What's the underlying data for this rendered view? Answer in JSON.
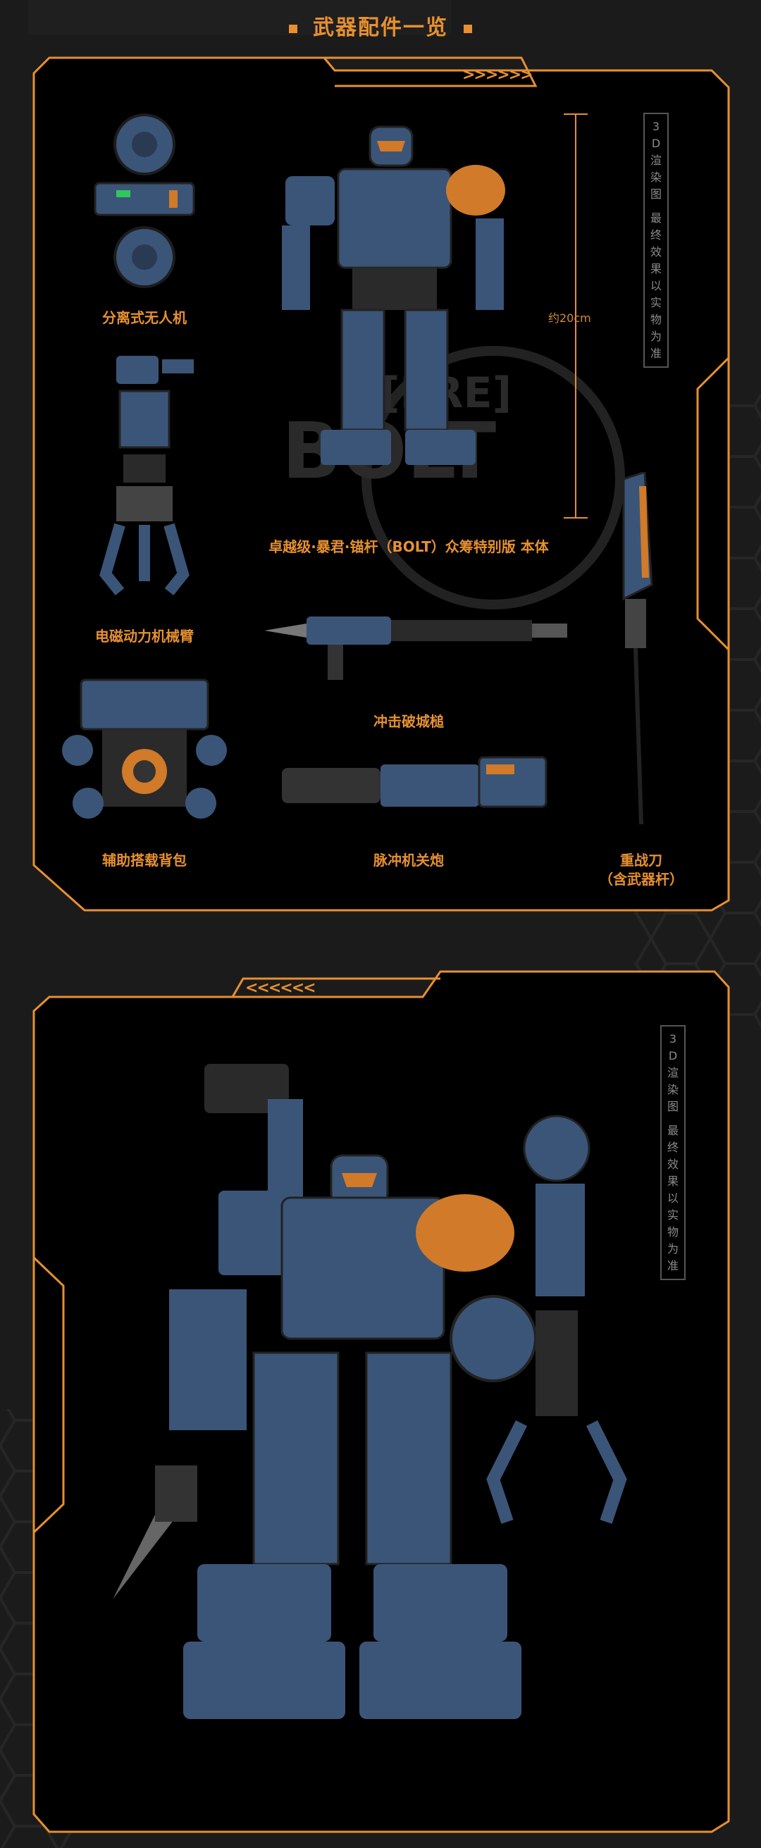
{
  "header": {
    "title": "武器配件一览"
  },
  "panel1": {
    "chevrons": ">>>>>>",
    "items": [
      {
        "label": "分离式无人机"
      },
      {
        "label": "电磁动力机械臂"
      },
      {
        "label": "辅助搭载背包"
      },
      {
        "label": "卓越级·暴君·锚杆（BOLT）众筹特别版 本体"
      },
      {
        "label": "冲击破城槌"
      },
      {
        "label": "脉冲机关炮"
      },
      {
        "label": "重战刀"
      },
      {
        "label": "（含武器杆）"
      }
    ],
    "size_label": "约20cm",
    "note_chars": [
      "3",
      "D",
      "渲",
      "染",
      "图",
      "",
      "最",
      "终",
      "效",
      "果",
      "以",
      "实",
      "物",
      "为",
      "准"
    ]
  },
  "panel2": {
    "chevrons": "<<<<<<",
    "note_chars": [
      "3",
      "D",
      "渲",
      "染",
      "图",
      "",
      "最",
      "终",
      "效",
      "果",
      "以",
      "实",
      "物",
      "为",
      "准"
    ]
  },
  "colors": {
    "accent": "#e69030",
    "armor": "#3b5578",
    "dark": "#1b1b1b",
    "panel": "#000000"
  }
}
